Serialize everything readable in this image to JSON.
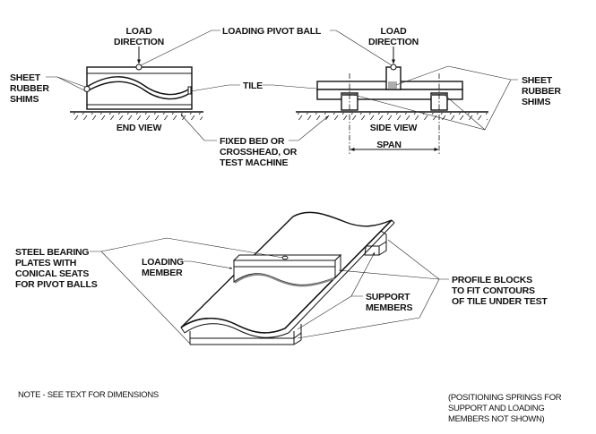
{
  "diagram": {
    "title": "Tile flexural (bending) test loading arrangement",
    "views": {
      "end_view": {
        "caption": "END VIEW",
        "load_label": [
          "LOAD",
          "DIRECTION"
        ],
        "shims_label": [
          "SHEET",
          "RUBBER",
          "SHIMS"
        ]
      },
      "side_view": {
        "caption": "SIDE VIEW",
        "load_label": [
          "LOAD",
          "DIRECTION"
        ],
        "shims_label": [
          "SHEET",
          "RUBBER",
          "SHIMS"
        ],
        "dimension_label": "SPAN"
      }
    },
    "shared_labels": {
      "pivot_ball": "LOADING PIVOT BALL",
      "tile": "TILE",
      "fixed_bed": [
        "FIXED BED OR",
        "CROSSHEAD, OR",
        "TEST MACHINE"
      ]
    },
    "isometric_view": {
      "bearing_plates": [
        "STEEL BEARING",
        "PLATES WITH",
        "CONICAL SEATS",
        "FOR PIVOT BALLS"
      ],
      "loading_member": [
        "LOADING",
        "MEMBER"
      ],
      "support_members": [
        "SUPPORT",
        "MEMBERS"
      ],
      "profile_blocks": [
        "PROFILE BLOCKS",
        "TO FIT CONTOURS",
        "OF TILE UNDER TEST"
      ]
    },
    "notes": {
      "left": "NOTE - SEE TEXT FOR DIMENSIONS",
      "right": [
        "(POSITIONING SPRINGS FOR",
        "SUPPORT AND LOADING",
        "MEMBERS NOT SHOWN)"
      ]
    }
  }
}
